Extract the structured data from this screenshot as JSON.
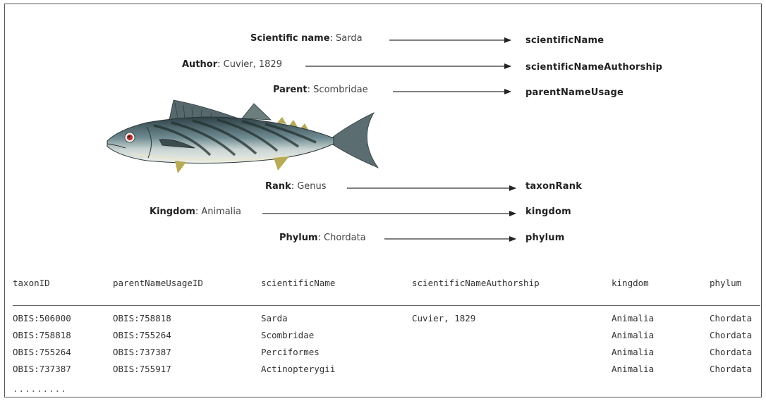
{
  "mappings": [
    {
      "label": "Scientific name",
      "value": "Sarda",
      "term": "scientificName"
    },
    {
      "label": "Author",
      "value": "Cuvier, 1829",
      "term": "scientificNameAuthorship"
    },
    {
      "label": "Parent",
      "value": "Scombridae",
      "term": "parentNameUsage"
    },
    {
      "label": "Rank",
      "value": "Genus",
      "term": "taxonRank"
    },
    {
      "label": "Kingdom",
      "value": "Animalia",
      "term": "kingdom"
    },
    {
      "label": "Phylum",
      "value": "Chordata",
      "term": "phylum"
    }
  ],
  "table": {
    "headers": [
      "taxonID",
      "parentNameUsageID",
      "scientificName",
      "scientificNameAuthorship",
      "kingdom",
      "phylum"
    ],
    "rows": [
      [
        "OBIS:506000",
        "OBIS:758818",
        "Sarda",
        "Cuvier, 1829",
        "Animalia",
        "Chordata"
      ],
      [
        "OBIS:758818",
        "OBIS:755264",
        "Scombridae",
        "",
        "Animalia",
        "Chordata"
      ],
      [
        "OBIS:755264",
        "OBIS:737387",
        "Perciformes",
        "",
        "Animalia",
        "Chordata"
      ],
      [
        "OBIS:737387",
        "OBIS:755917",
        "Actinopterygii",
        "",
        "Animalia",
        "Chordata"
      ]
    ],
    "ellipsis": "........."
  },
  "colors": {
    "frame": "#555555",
    "arrow": "#222222",
    "fish_body": "#8aa3a8",
    "fish_back": "#3f5358"
  }
}
